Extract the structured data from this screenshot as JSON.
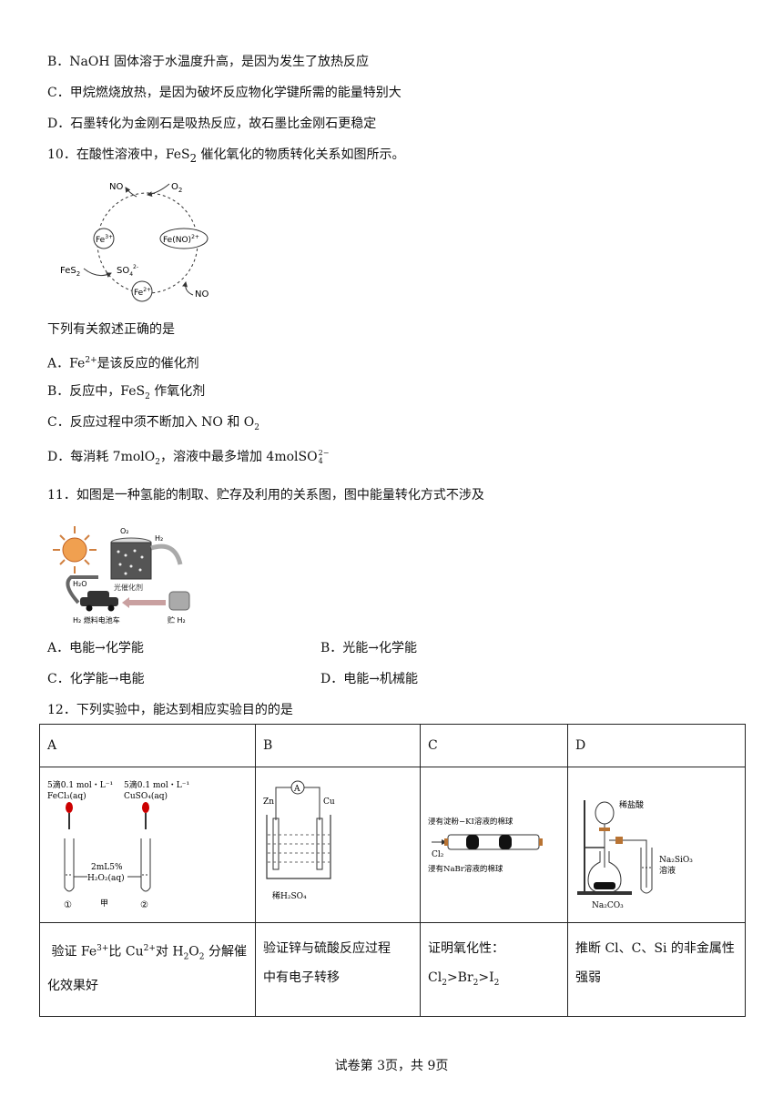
{
  "lines": {
    "q9b": "B．NaOH 固体溶于水温度升高，是因为发生了放热反应",
    "q9c": "C．甲烷燃烧放热，是因为破坏反应物化学键所需的能量特别大",
    "q9d": "D．石墨转化为金刚石是吸热反应，故石墨比金刚石更稳定",
    "q10_pre": "10．在酸性溶液中，FeS",
    "q10_sub": "2",
    "q10_post": " 催化氧化的物质转化关系如图所示。",
    "q10_stem": "下列有关叙述正确的是",
    "q10a_pre": "A．Fe",
    "q10a_sup": "2+",
    "q10a_post": "是该反应的催化剂",
    "q10b_pre": "B．反应中，FeS",
    "q10b_sub": "2",
    "q10b_post": " 作氧化剂",
    "q10c_pre": "C．反应过程中须不断加入 NO 和 O",
    "q10c_sub": "2",
    "q10d_pre": "D．每消耗 7molO",
    "q10d_sub": "2",
    "q10d_mid": "，溶液中最多增加 4mol",
    "q10d_so": "SO",
    "q10d_sub4": "4",
    "q10d_sup": "2−",
    "q11": "11．如图是一种氢能的制取、贮存及利用的关系图，图中能量转化方式不涉及",
    "q12": "12．下列实验中，能达到相应实验目的的是"
  },
  "q10_diagram": {
    "no_top": "NO",
    "o2": "O",
    "o2_sub": "2",
    "fe3": "Fe",
    "fe3_sup": "3+",
    "fe_no": "Fe(NO)",
    "fe_no_sup": "2+",
    "fes2": "FeS",
    "fes2_sub": "2",
    "so4": "SO",
    "so4_sub": "4",
    "so4_sup": "2-",
    "fe2": "Fe",
    "fe2_sup": "2+",
    "no_bottom": "NO"
  },
  "q11_diagram": {
    "o2": "O₂",
    "h2_arrow": "H₂",
    "h2o": "H₂O",
    "catalyst": "光催化剂",
    "storage": "贮 H₂",
    "car": "H₂ 燃料电池车"
  },
  "q11_options": {
    "a": "A．电能→化学能",
    "b": "B．光能→化学能",
    "c": "C．化学能→电能",
    "d": "D．电能→机械能"
  },
  "table": {
    "headers": [
      "A",
      "B",
      "C",
      "D"
    ],
    "a_fig": {
      "left_reagent_1": "5滴0.1 mol・L⁻¹",
      "left_reagent_2": "FeCl₃(aq)",
      "right_reagent_1": "5滴0.1 mol・L⁻¹",
      "right_reagent_2": "CuSO₄(aq)",
      "h2o2_1": "2mL5%",
      "h2o2_2": "H₂O₂(aq)",
      "tube1": "①",
      "label_jia": "甲",
      "tube2": "②"
    },
    "b_fig": {
      "zn": "Zn",
      "cu": "Cu",
      "meter": "A",
      "acid": "稀H₂SO₄"
    },
    "c_fig": {
      "top": "浸有淀粉−KI溶液的棉球",
      "cl2": "Cl₂",
      "bottom": "浸有NaBr溶液的棉球"
    },
    "d_fig": {
      "hcl": "稀盐酸",
      "na2sio3_1": "Na₂SiO₃",
      "na2sio3_2": "溶液",
      "na2co3": "Na₂CO₃"
    },
    "a_text_1": "验证 Fe",
    "a_text_sup1": "3+",
    "a_text_2": "比 Cu",
    "a_text_sup2": "2+",
    "a_text_3": "对 H",
    "a_text_sub1": "2",
    "a_text_4": "O",
    "a_text_sub2": "2",
    "a_text_5": " 分解催",
    "a_text_line2": "化效果好",
    "b_text_line1": "验证锌与硫酸反应过程",
    "b_text_line2": "中有电子转移",
    "c_text_line1": "证明氧化性：",
    "c_text_cl": "Cl",
    "c_text_s1": "2",
    "c_text_br": ">Br",
    "c_text_s2": "2",
    "c_text_i": ">I",
    "c_text_s3": "2",
    "d_text_line1": "推断 Cl、C、Si 的非金属性",
    "d_text_line2": "强弱"
  },
  "footer": "试卷第 3页，共 9页"
}
